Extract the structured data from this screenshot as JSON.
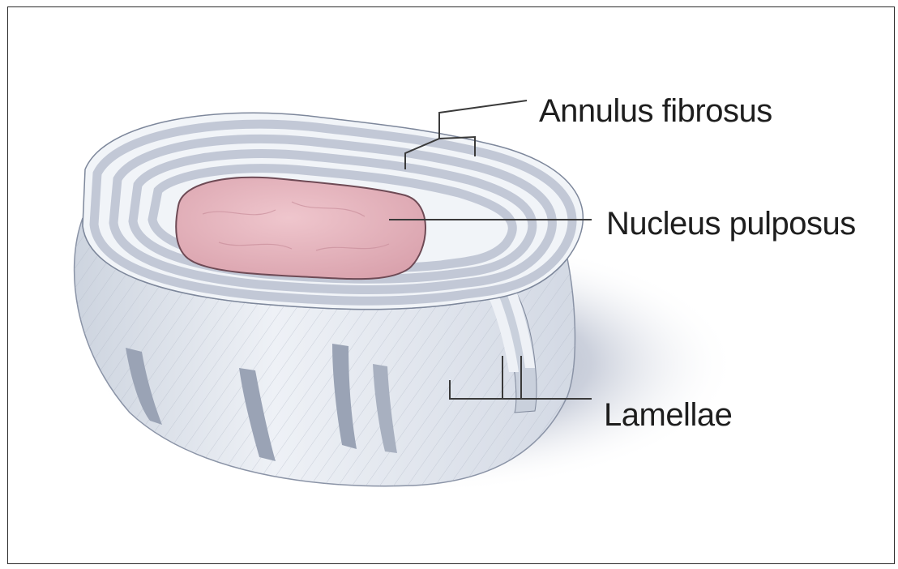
{
  "labels": {
    "annulus": "Annulus fibrosus",
    "nucleus": "Nucleus pulposus",
    "lamellae": "Lamellae"
  },
  "colors": {
    "nucleus": "#e7b7c0",
    "lamella_band": "#c2c8d6",
    "lamella_gap": "#f1f4f8",
    "side_wall": "#e4e9f0",
    "shadow": "#7e8aa6",
    "leader_line": "#3a3a3a"
  }
}
